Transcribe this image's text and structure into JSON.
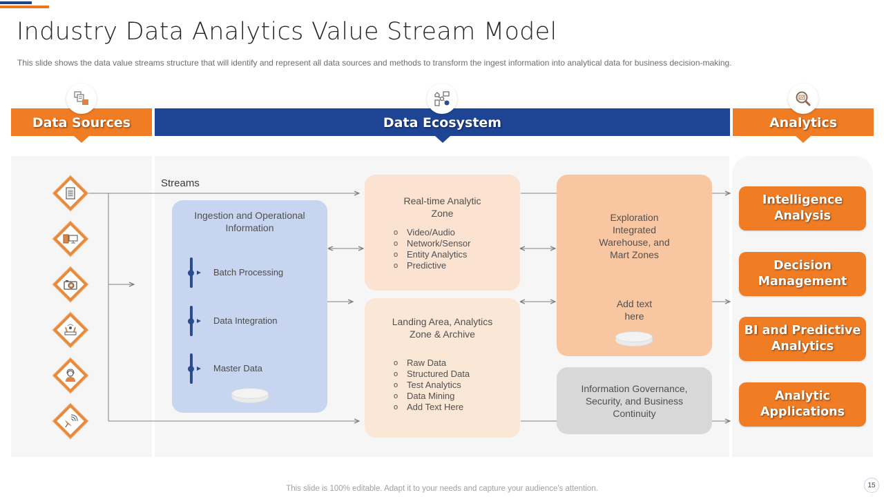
{
  "slide": {
    "title": "Industry Data Analytics Value Stream Model",
    "subtitle": "This slide shows the data value  streams structure that will identify and represent  all data sources and methods to transform  the ingest information  into analytical data for business decision-making.",
    "footer": "This slide is 100% editable. Adapt it to your needs and capture your audience's attention.",
    "page_number": "15"
  },
  "colors": {
    "orange": "#f07c23",
    "blue": "#1e4494",
    "ingestion_box": "#c7d5f1",
    "realtime_box": "#fce2d0",
    "landing_box": "#fbe7d5",
    "exploration_box": "#f9c6a2",
    "governance_box": "#d8d8d8"
  },
  "headers": {
    "sources": {
      "label": "Data Sources",
      "icon": "documents-icon"
    },
    "ecosystem": {
      "label": "Data Ecosystem",
      "icon": "network-devices-icon"
    },
    "analytics": {
      "label": "Analytics",
      "icon": "magnifier-chart-icon"
    }
  },
  "data_sources": [
    {
      "icon": "document-icon"
    },
    {
      "icon": "computer-icon"
    },
    {
      "icon": "camera-icon"
    },
    {
      "icon": "router-icon"
    },
    {
      "icon": "support-agent-icon"
    },
    {
      "icon": "satellite-dish-icon"
    }
  ],
  "ecosystem": {
    "streams_label": "Streams",
    "ingestion": {
      "title": "Ingestion and Operational Information",
      "items": [
        "Batch Processing",
        "Data Integration",
        "Master Data"
      ]
    },
    "realtime": {
      "title": "Real-time Analytic Zone",
      "items": [
        "Video/Audio",
        "Network/Sensor",
        "Entity Analytics",
        "Predictive"
      ]
    },
    "landing": {
      "title": "Landing Area, Analytics Zone & Archive",
      "items": [
        "Raw Data",
        "Structured Data",
        "Test Analytics",
        "Data Mining",
        "Add Text Here"
      ]
    },
    "exploration": {
      "title": "Exploration Integrated Warehouse, and Mart Zones",
      "note": "Add text here"
    },
    "governance": {
      "title": "Information Governance, Security, and Business Continuity"
    }
  },
  "analytics": [
    "Intelligence Analysis",
    "Decision Management",
    "BI and Predictive Analytics",
    "Analytic Applications"
  ]
}
